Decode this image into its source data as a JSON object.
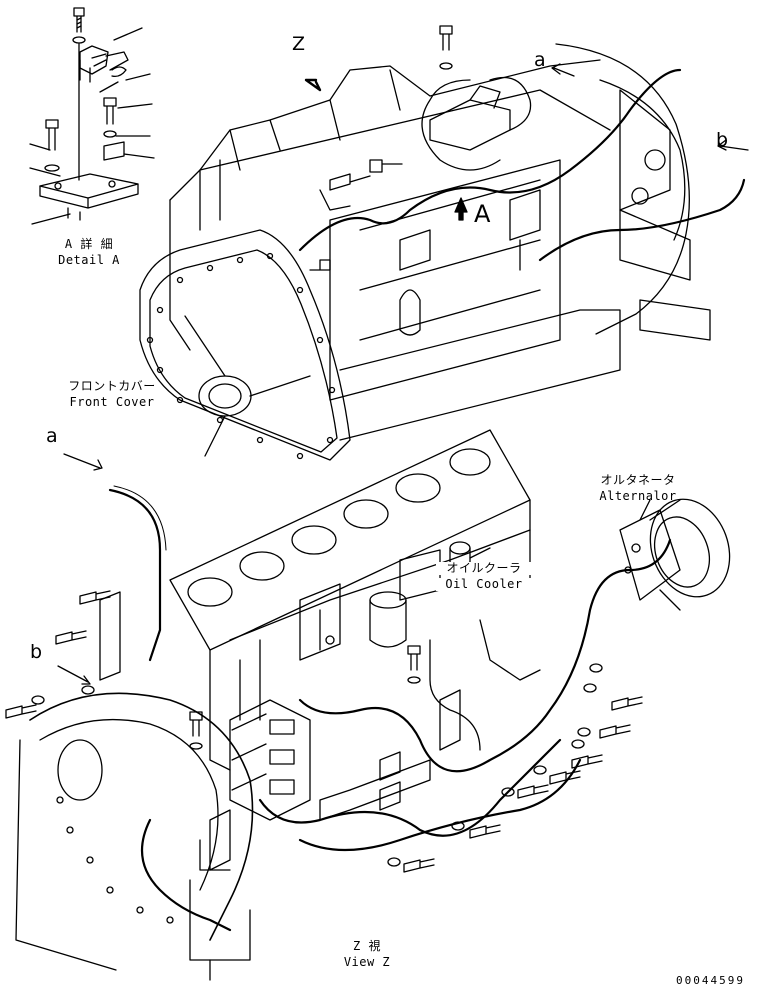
{
  "labels": {
    "detail_a_jp": "A 詳 細",
    "detail_a_en": "Detail A",
    "front_cover_jp": "フロントカバー",
    "front_cover_en": "Front Cover",
    "view_z_jp": "Z 視",
    "view_z_en": "View Z",
    "alternator_jp": "オルタネータ",
    "alternator_en": "Alternalor",
    "oil_cooler_jp": "オイルクーラ",
    "oil_cooler_en": "Oil Cooler",
    "marker_z": "Z",
    "marker_big_a": "A",
    "marker_a_upper": "a",
    "marker_b_upper": "b",
    "marker_a_lower": "a",
    "marker_b_lower": "b",
    "drawing_number": "00044599"
  }
}
